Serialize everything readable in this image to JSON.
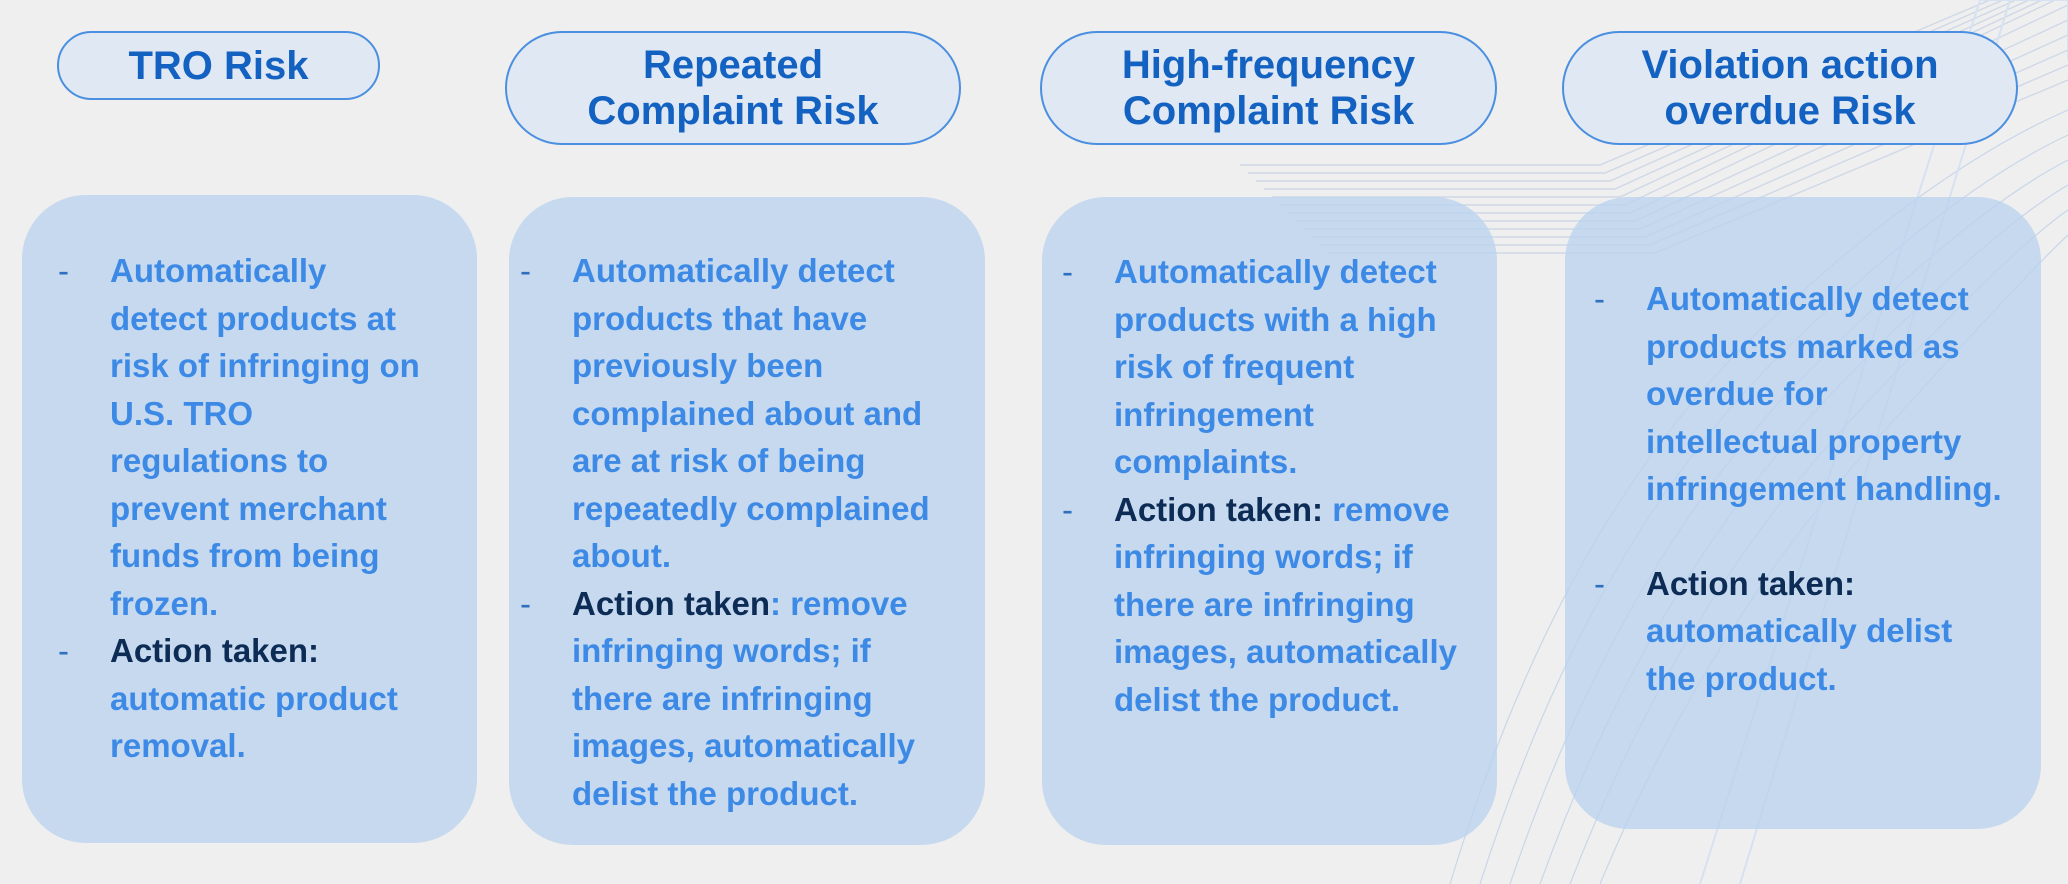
{
  "columns": [
    {
      "title": "TRO Risk",
      "bullets": [
        {
          "lead": "",
          "text": "Automatically detect products at risk of infringing on U.S. TRO regulations to prevent merchant funds from being frozen."
        },
        {
          "lead": " Action taken:",
          "text": " automatic product removal."
        }
      ]
    },
    {
      "title": "Repeated Complaint Risk",
      "bullets": [
        {
          "lead": "",
          "text": "Automatically detect products that have previously been complained about and are at risk of being repeatedly complained about."
        },
        {
          "lead": "Action taken",
          "text": ": remove infringing words; if there are infringing images, automatically delist the product."
        }
      ]
    },
    {
      "title": "High-frequency Complaint Risk",
      "bullets": [
        {
          "lead": "",
          "text": "Automatically detect products with a high risk of frequent infringement complaints."
        },
        {
          "lead": "Action taken:",
          "text": " remove infringing words; if there are infringing images, automatically delist the product."
        }
      ]
    },
    {
      "title": "Violation action overdue Risk",
      "bullets": [
        {
          "lead": "",
          "text": "Automatically detect products marked as overdue for intellectual property infringement handling."
        },
        {
          "lead": "Action taken:",
          "text": " automatically delist the product."
        }
      ]
    }
  ],
  "bullet_symbol": "-",
  "colors": {
    "background": "#efefef",
    "card": "#bad2ee",
    "title": "#1362c2",
    "body_text": "#3d8ae6",
    "action_text": "#0d2c55"
  }
}
